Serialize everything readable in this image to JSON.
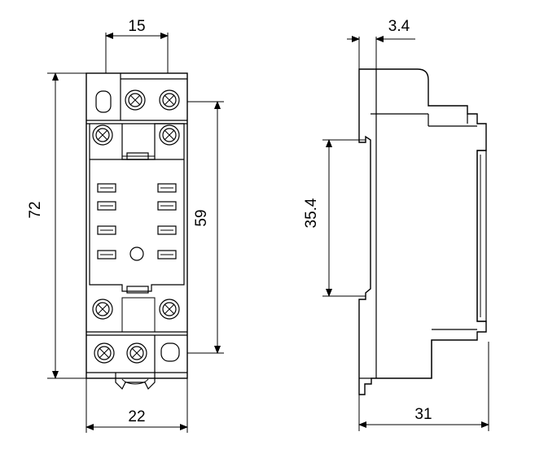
{
  "dimensions": {
    "front_top_width": "15",
    "front_overall_height": "72",
    "front_terminal_spacing": "59",
    "front_bottom_width": "22",
    "side_flange_thickness": "3.4",
    "side_rail_height": "35.4",
    "side_depth": "31"
  }
}
